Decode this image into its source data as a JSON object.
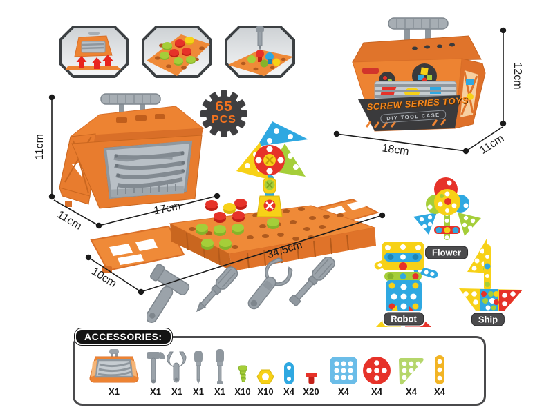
{
  "badge": {
    "line1": "65",
    "line2": "PCS"
  },
  "callouts": {
    "items": [
      {
        "icon": "case-open-arrows-icon"
      },
      {
        "icon": "pegboard-pegs-icon"
      },
      {
        "icon": "screwdriving-icon"
      }
    ]
  },
  "closed_case": {
    "title": "SCREW SERIES TOYS",
    "subtitle": "DIY TOOL CASE",
    "dim_height": "12cm",
    "dim_width": "18cm",
    "dim_depth": "11cm"
  },
  "open_case": {
    "dim_height": "11cm",
    "dim_depth": "11cm",
    "dim_width": "17cm"
  },
  "bench": {
    "dim_length": "34.5cm",
    "dim_depth": "10cm"
  },
  "models": {
    "flower_label": "Flower",
    "robot_label": "Robot",
    "ship_label": "Ship"
  },
  "accessories": {
    "title": "ACCESSORIES:",
    "items": [
      {
        "icon": "tool-case-icon",
        "qty": "X1"
      },
      {
        "icon": "hammer-icon",
        "qty": "X1"
      },
      {
        "icon": "wrench-icon",
        "qty": "X1"
      },
      {
        "icon": "screwdriver-icon",
        "qty": "X1"
      },
      {
        "icon": "screwdriver-icon",
        "qty": "X1"
      },
      {
        "icon": "screw-icon",
        "qty": "X10"
      },
      {
        "icon": "nut-icon",
        "qty": "X10"
      },
      {
        "icon": "link-plate-icon",
        "qty": "X4"
      },
      {
        "icon": "peg-icon",
        "qty": "X20"
      },
      {
        "icon": "square-plate-icon",
        "qty": "X4"
      },
      {
        "icon": "round-plate-icon",
        "qty": "X4"
      },
      {
        "icon": "triangle-plate-icon",
        "qty": "X4"
      },
      {
        "icon": "strip-plate-icon",
        "qty": "X4"
      }
    ]
  },
  "colors": {
    "orange": "#ED8332",
    "dark_gray": "#3B3B3D",
    "tool_gray": "#9BA3AA",
    "red": "#E63229",
    "green": "#A5CE39",
    "yellow": "#F7D117",
    "blue": "#2FA8E1",
    "brand_orange": "#F6891E"
  }
}
